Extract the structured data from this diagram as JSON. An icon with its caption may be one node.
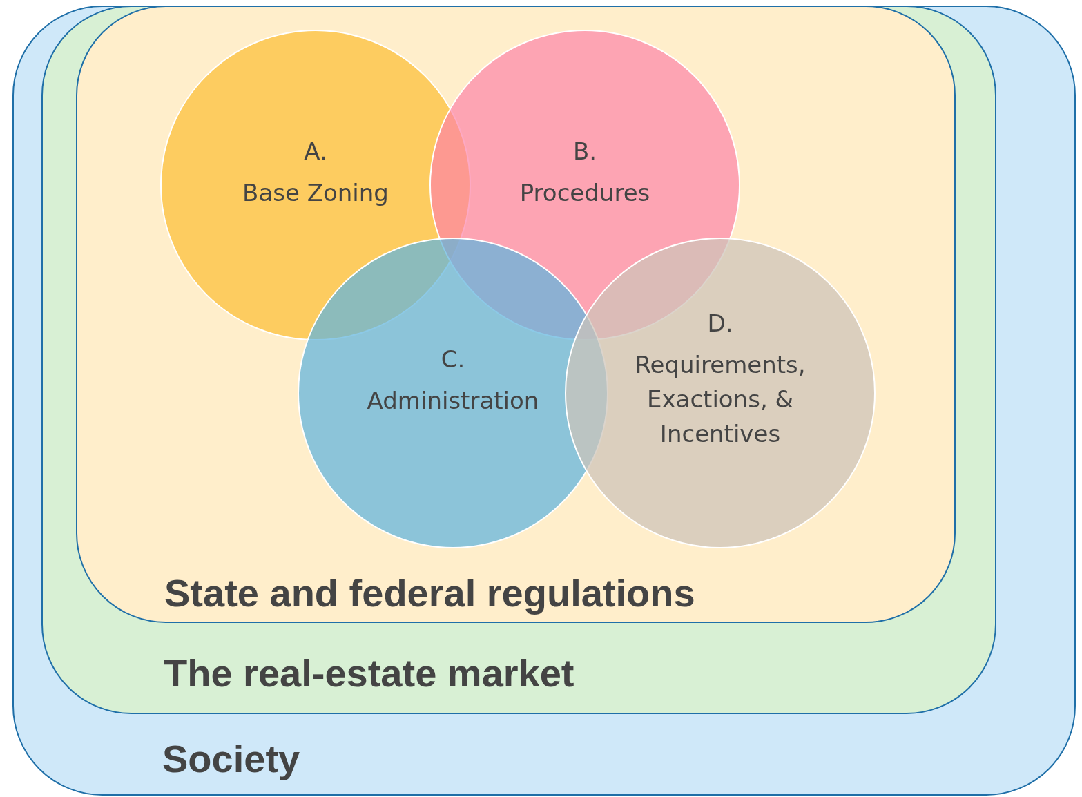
{
  "diagram": {
    "nodes": [
      {
        "text": [
          "Society"
        ]
      },
      {
        "text": [
          "The real-estate market"
        ],
        "in": 0
      },
      {
        "text": [
          "State and federal regulations"
        ],
        "in": 1
      },
      {
        "text": [
          "A.",
          "Base Zoning"
        ],
        "in": 2
      },
      {
        "text": [
          "B.",
          "Procedures"
        ],
        "in": 2
      },
      {
        "text": [
          "C.",
          "Administration"
        ],
        "in": 2
      },
      {
        "text": [
          "D.",
          "Requirements, Exactions, & Incentives"
        ],
        "in": 2
      }
    ]
  }
}
